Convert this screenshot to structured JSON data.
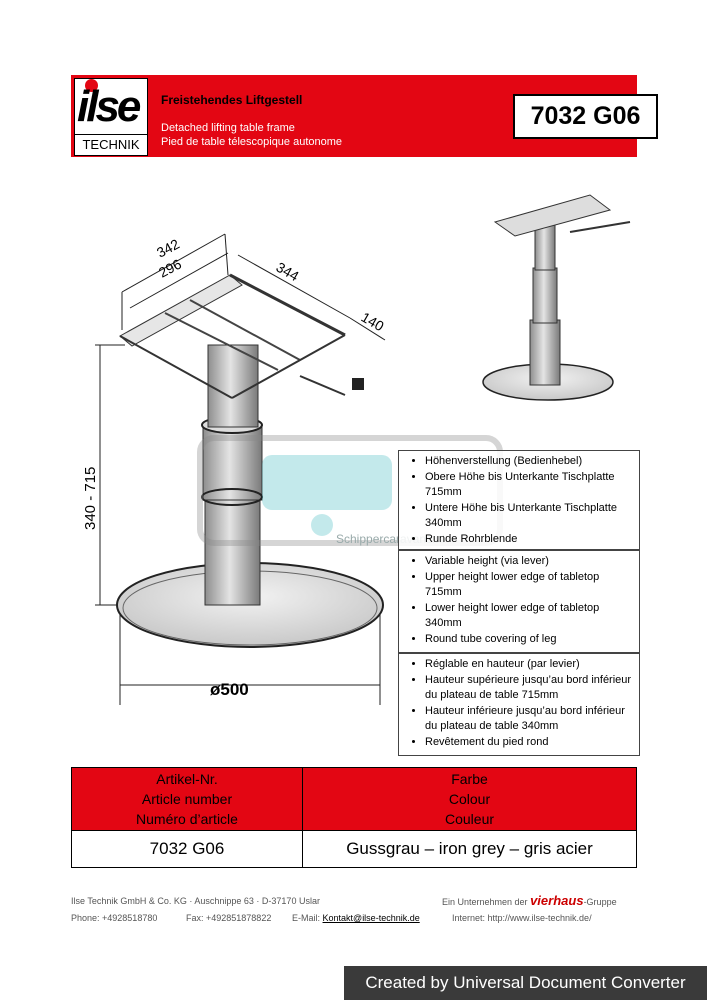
{
  "logo": {
    "word": "ilse",
    "sub": "TECHNIK"
  },
  "header": {
    "title_de": "Freistehendes Liftgestell",
    "title_en": "Detached lifting table frame",
    "title_fr": "Pied de table télescopique autonome",
    "article": "7032 G06"
  },
  "drawing": {
    "dim_342": "342",
    "dim_296": "296",
    "dim_344": "344",
    "dim_140": "140",
    "height": "340 - 715",
    "diameter": "ø500"
  },
  "watermark": "Schippercaravans.nl",
  "features": {
    "de": [
      "Höhenverstellung (Bedienhebel)",
      "Obere Höhe bis Unterkante Tischplatte 715mm",
      "Untere Höhe bis Unterkante Tischplatte 340mm",
      "Runde Rohrblende"
    ],
    "en": [
      "Variable height (via lever)",
      "Upper height lower edge of tabletop 715mm",
      "Lower height lower edge of tabletop 340mm",
      "Round tube covering of leg"
    ],
    "fr": [
      "Réglable en hauteur (par levier)",
      "Hauteur supérieure jusqu’au bord inférieur du plateau de table 715mm",
      "Hauteur inférieure jusqu’au bord inférieur du plateau de table 340mm",
      "Revêtement du pied rond"
    ]
  },
  "table": {
    "h1": [
      "Artikel-Nr.",
      "Article number",
      "Numéro d’article"
    ],
    "h2": [
      "Farbe",
      "Colour",
      "Couleur"
    ],
    "article": "7032 G06",
    "colour": "Gussgrau – iron grey – gris acier"
  },
  "footer": {
    "company": "Ilse Technik GmbH & Co. KG  ·  Auschnippe 63  ·  D-37170 Uslar",
    "group_pre": "Ein Unternehmen der",
    "group_brand": "vierhaus",
    "group_post": "-Gruppe",
    "phone": "Phone: +4928518780",
    "fax": "Fax: +492851878822",
    "email_label": "E-Mail:",
    "email": "Kontakt@ilse-technik.de",
    "internet": "Internet: http://www.ilse-technik.de/"
  },
  "creator": "Created by Universal Document Converter"
}
